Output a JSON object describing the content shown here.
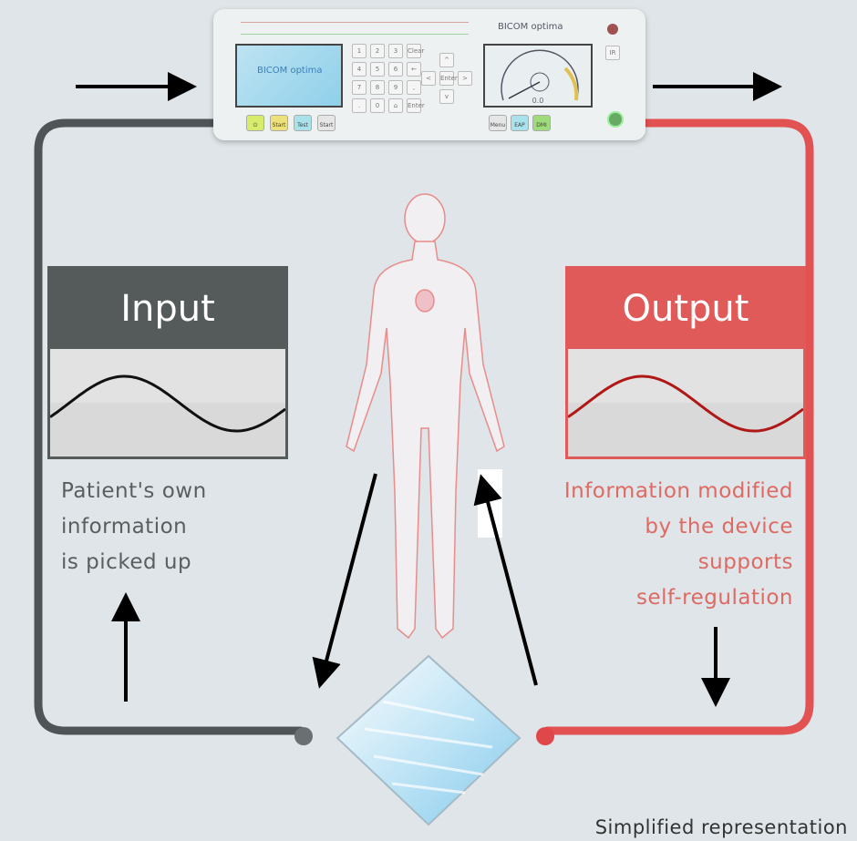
{
  "device": {
    "brand": "BICOM optima",
    "screen_logo": "BICOM optima",
    "keys": [
      "1",
      "2",
      "3",
      "Clear",
      "4",
      "5",
      "6",
      "←",
      "7",
      "8",
      "9",
      ",",
      ".",
      "0",
      "⌂",
      "Enter"
    ],
    "nav_enter": "Enter",
    "buttons": [
      "⏻",
      "Start",
      "Test",
      "Start"
    ],
    "mode_buttons": [
      "Menu",
      "EAP",
      "DMI"
    ],
    "ir_label": "IR",
    "gauge_value": "0.0"
  },
  "input_panel": {
    "title": "Input",
    "description": [
      "Patient's own",
      "information",
      "is picked up"
    ]
  },
  "output_panel": {
    "title": "Output",
    "description": [
      "Information modified",
      "by the device",
      "supports",
      "self-regulation"
    ]
  },
  "footnote": "Simplified representation",
  "colors": {
    "background": "#dfe5e8",
    "input_dark": "#555b5a",
    "output_red": "#e05a5a",
    "output_text": "#de6a63",
    "input_text": "#5a5e5e"
  }
}
